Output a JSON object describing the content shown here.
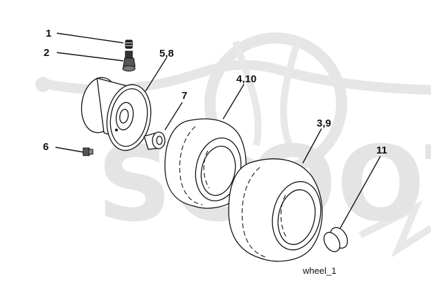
{
  "watermark": {
    "text": "SCOOTER",
    "color": "#e4e4e4"
  },
  "callouts": {
    "c1": "1",
    "c2": "2",
    "c58": "5,8",
    "c7": "7",
    "c410": "4,10",
    "c39": "3,9",
    "c6": "6",
    "c11": "11"
  },
  "caption": "wheel_1"
}
